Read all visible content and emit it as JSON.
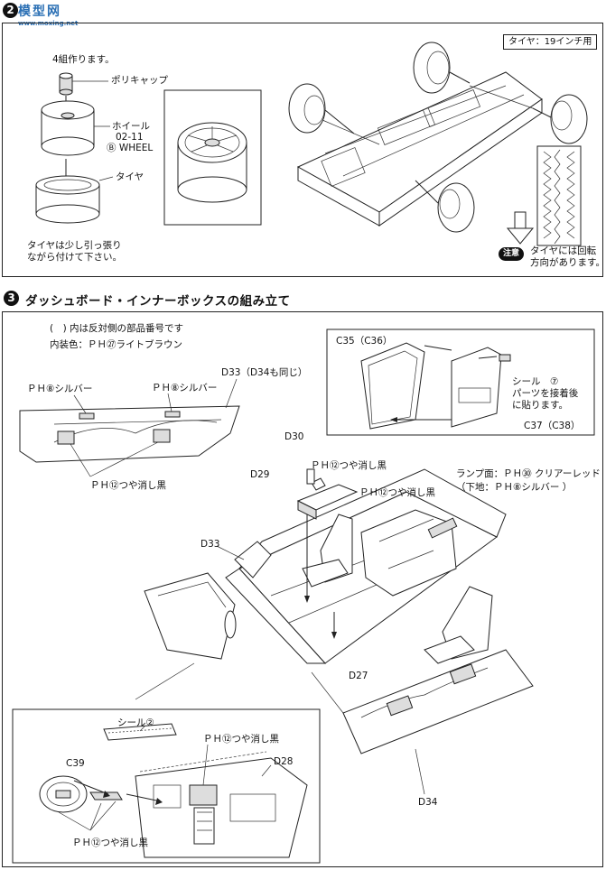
{
  "watermark": {
    "text": "模型网",
    "sub": "www.moxing.net"
  },
  "step2": {
    "number": "2",
    "instr_make4": "4組作ります。",
    "label_polycap": "ポリキャップ",
    "label_wheel": "ホイール",
    "label_wheel_part": "02-11",
    "label_wheel_code": "Ⓑ WHEEL",
    "label_tire": "タイヤ",
    "note_line1": "タイヤは少し引っ張り",
    "note_line2": "ながら付けて下さい。",
    "tire_size": "タイヤ：19インチ用",
    "caution_badge": "注意",
    "caution_line1": "タイヤには回転",
    "caution_line2": "方向があります。"
  },
  "step3": {
    "number": "3",
    "title": "ダッシュボード・インナーボックスの組み立て",
    "legend_line1": "(　) 内は反対側の部品番号です",
    "legend_line2": "内装色：ＰＨ㉗ライトブラウン",
    "labels": {
      "door_silver_left": "ＰＨ⑧シルバー",
      "door_silver_right": "ＰＨ⑧シルバー",
      "d33_note": "D33（D34も同じ）",
      "door_matte_black": "ＰＨ⑫つや消し黒",
      "c35": "C35（C36）",
      "seal7_line1": "シール　⑦",
      "seal7_line2": "パーツを接着後",
      "seal7_line3": "に貼ります。",
      "c37": "C37（C38）",
      "d30": "D30",
      "d30_black": "ＰＨ⑫つや消し黒",
      "d29": "D29",
      "d29_black": "ＰＨ⑫つや消し黒",
      "lamp_line1": "ランプ面：ＰＨ㉚ クリアーレッド",
      "lamp_line2": "（下地：ＰＨ⑧シルバー ）",
      "d33": "D33",
      "d27": "D27",
      "d34": "D34",
      "seal2": "シール②",
      "dash_black": "ＰＨ⑫つや消し黒",
      "c39": "C39",
      "d28": "D28",
      "wheel_black": "ＰＨ⑫つや消し黒"
    }
  }
}
